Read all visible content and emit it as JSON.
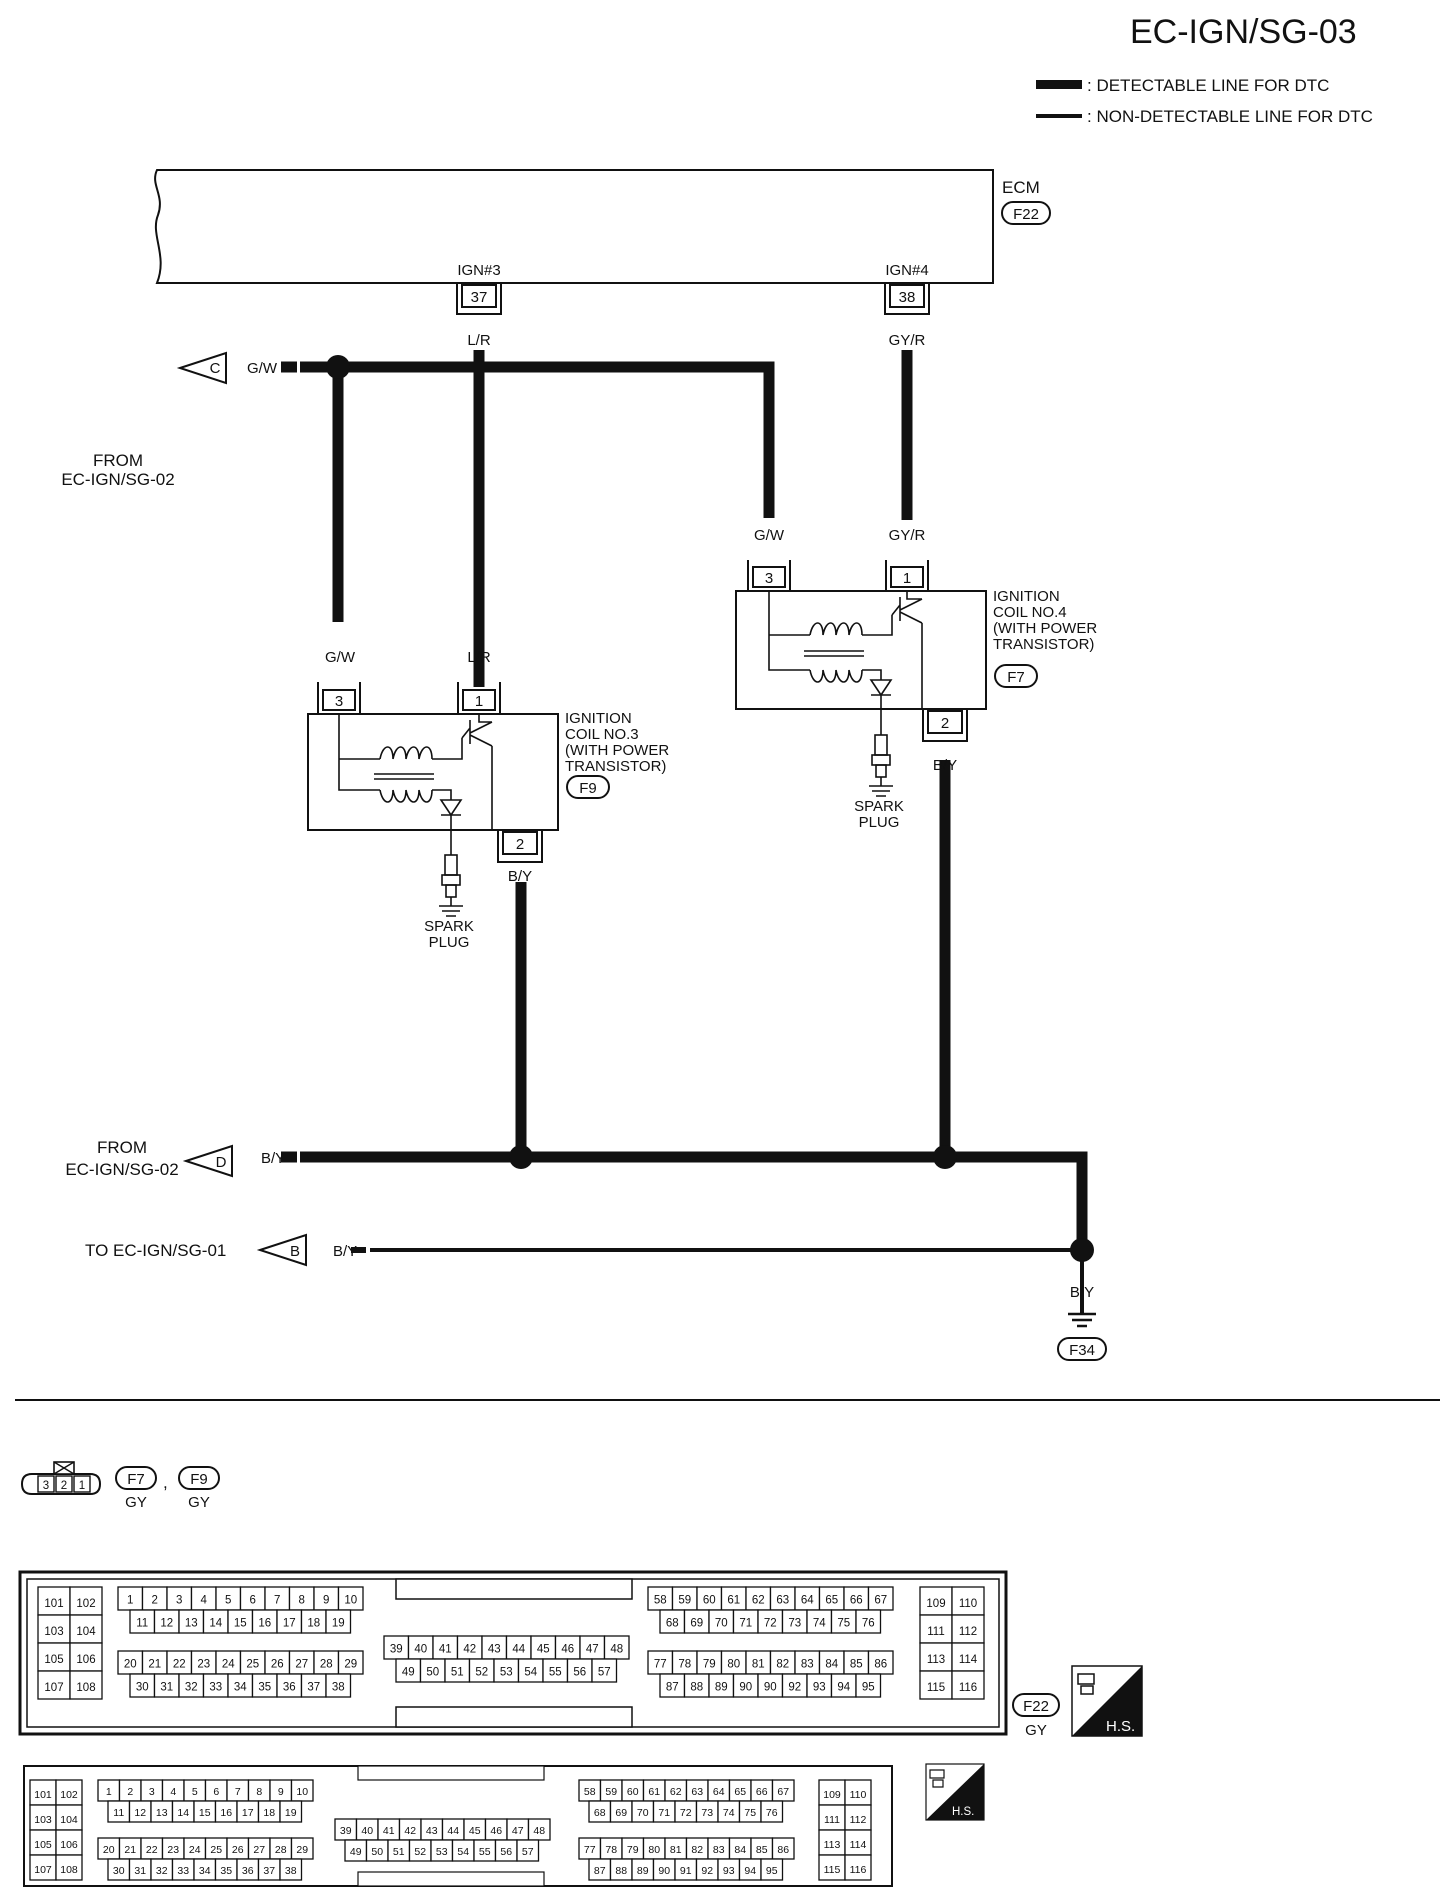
{
  "title": "EC-IGN/SG-03",
  "legend": {
    "detectable": ": DETECTABLE LINE FOR DTC",
    "non_detectable": ": NON-DETECTABLE LINE FOR DTC"
  },
  "ecm": {
    "label": "ECM",
    "connector": "F22",
    "pin_a": {
      "name": "IGN#3",
      "number": "37",
      "wire": "L/R"
    },
    "pin_b": {
      "name": "IGN#4",
      "number": "38",
      "wire": "GY/R"
    }
  },
  "from_c": {
    "from": "FROM",
    "page": "EC-IGN/SG-02",
    "letter": "C",
    "wire": "G/W"
  },
  "from_d": {
    "from": "FROM",
    "page": "EC-IGN/SG-02",
    "letter": "D",
    "wire": "B/Y"
  },
  "to_b": {
    "label": "TO EC-IGN/SG-01",
    "letter": "B",
    "wire": "B/Y"
  },
  "coil3": {
    "line1": "IGNITION",
    "line2": "COIL NO.3",
    "line3": "(WITH POWER",
    "line4": "TRANSISTOR)",
    "connector": "F9",
    "pin3": "3",
    "pin1": "1",
    "pin2": "2",
    "wire3": "G/W",
    "wire1": "L/R",
    "wire2": "B/Y"
  },
  "coil4": {
    "line1": "IGNITION",
    "line2": "COIL NO.4",
    "line3": "(WITH POWER",
    "line4": "TRANSISTOR)",
    "connector": "F7",
    "pin3": "3",
    "pin1": "1",
    "pin2": "2",
    "wire3": "G/W",
    "wire1": "GY/R",
    "wire2": "B/Y"
  },
  "spark_plug": {
    "line1": "SPARK",
    "line2": "PLUG"
  },
  "ground": {
    "wire": "B/Y",
    "connector": "F34"
  },
  "connector_views": {
    "coil_pins": [
      "3",
      "2",
      "1"
    ],
    "coil_a": "F7",
    "coil_a_color": "GY",
    "sep": ",",
    "coil_b": "F9",
    "coil_b_color": "GY",
    "ecm": "F22",
    "ecm_color": "GY",
    "hs": "H.S."
  },
  "pins": {
    "g1": [
      [
        "101",
        "102"
      ],
      [
        "103",
        "104"
      ],
      [
        "105",
        "106"
      ],
      [
        "107",
        "108"
      ]
    ],
    "g2": [
      [
        "1",
        "2",
        "3",
        "4",
        "5",
        "6",
        "7",
        "8",
        "9",
        "10"
      ],
      [
        "11",
        "12",
        "13",
        "14",
        "15",
        "16",
        "17",
        "18",
        "19"
      ],
      [
        "20",
        "21",
        "22",
        "23",
        "24",
        "25",
        "26",
        "27",
        "28",
        "29"
      ],
      [
        "30",
        "31",
        "32",
        "33",
        "34",
        "35",
        "36",
        "37",
        "38"
      ]
    ],
    "g3": [
      [
        "39",
        "40",
        "41",
        "42",
        "43",
        "44",
        "45",
        "46",
        "47",
        "48"
      ],
      [
        "49",
        "50",
        "51",
        "52",
        "53",
        "54",
        "55",
        "56",
        "57"
      ]
    ],
    "g4": [
      [
        "58",
        "59",
        "60",
        "61",
        "62",
        "63",
        "64",
        "65",
        "66",
        "67"
      ],
      [
        "68",
        "69",
        "70",
        "71",
        "72",
        "73",
        "74",
        "75",
        "76"
      ],
      [
        "77",
        "78",
        "79",
        "80",
        "81",
        "82",
        "83",
        "84",
        "85",
        "86"
      ],
      [
        "87",
        "88",
        "89",
        "90",
        "90",
        "92",
        "93",
        "94",
        "95"
      ]
    ],
    "g4b": [
      [
        "58",
        "59",
        "60",
        "61",
        "62",
        "63",
        "64",
        "65",
        "66",
        "67"
      ],
      [
        "68",
        "69",
        "70",
        "71",
        "72",
        "73",
        "74",
        "75",
        "76"
      ],
      [
        "77",
        "78",
        "79",
        "80",
        "81",
        "82",
        "83",
        "84",
        "85",
        "86"
      ],
      [
        "87",
        "88",
        "89",
        "90",
        "91",
        "92",
        "93",
        "94",
        "95"
      ]
    ],
    "g5": [
      [
        "109",
        "110"
      ],
      [
        "111",
        "112"
      ],
      [
        "113",
        "114"
      ],
      [
        "115",
        "116"
      ]
    ]
  }
}
